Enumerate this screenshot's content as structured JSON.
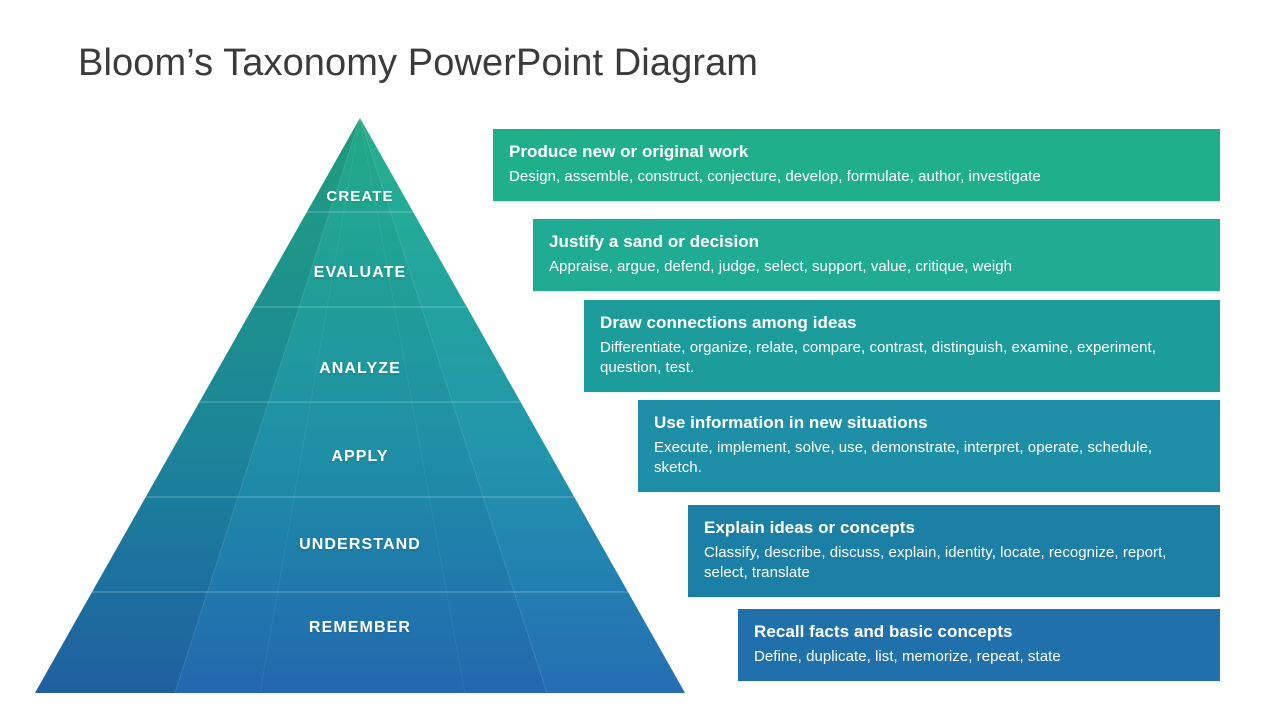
{
  "slide": {
    "title": "Bloom’s Taxonomy PowerPoint Diagram",
    "background_color": "#ffffff",
    "title_color": "#3b3b3b"
  },
  "pyramid": {
    "apex_color": "#22a585",
    "base_color": "#2268ad",
    "levels": [
      {
        "name": "CREATE",
        "tier_color": "#23a787"
      },
      {
        "name": "EVALUATE",
        "tier_color": "#21a491"
      },
      {
        "name": "ANALYZE",
        "tier_color": "#1f9a9b"
      },
      {
        "name": "APPLY",
        "tier_color": "#1f8fa6"
      },
      {
        "name": "UNDERSTAND",
        "tier_color": "#1f7cab"
      },
      {
        "name": "REMEMBER",
        "tier_color": "#2268ad"
      }
    ]
  },
  "info_boxes": [
    {
      "level": "CREATE",
      "title": "Produce new or original work",
      "description": "Design, assemble, construct, conjecture, develop, formulate, author, investigate",
      "color": "#1fb08b"
    },
    {
      "level": "EVALUATE",
      "title": "Justify a sand or decision",
      "description": "Appraise, argue, defend, judge, select, support, value, critique, weigh",
      "color": "#20ab93"
    },
    {
      "level": "ANALYZE",
      "title": "Draw connections among ideas",
      "description": "Differentiate, organize, relate, compare, contrast, distinguish, examine, experiment, question, test.",
      "color": "#1d9c9c"
    },
    {
      "level": "APPLY",
      "title": "Use information in new situations",
      "description": "Execute, implement, solve, use, demonstrate, interpret, operate, schedule, sketch.",
      "color": "#1f8fa8"
    },
    {
      "level": "UNDERSTAND",
      "title": "Explain ideas or concepts",
      "description": "Classify, describe, discuss, explain, identity, locate, recognize, report, select, translate",
      "color": "#1c7fa6"
    },
    {
      "level": "REMEMBER",
      "title": "Recall facts and basic concepts",
      "description": "Define, duplicate, list, memorize, repeat, state",
      "color": "#2070ac"
    }
  ]
}
